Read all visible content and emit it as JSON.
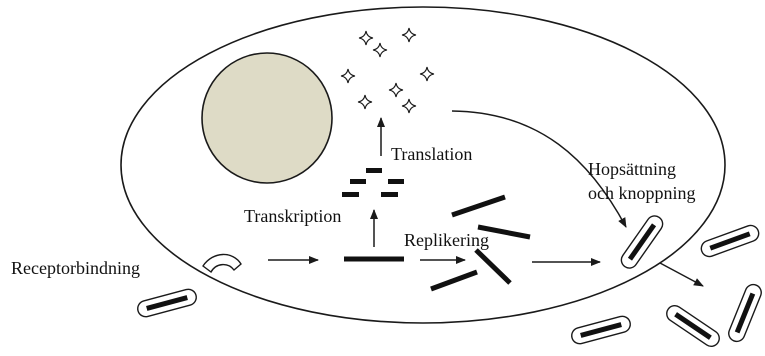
{
  "labels": {
    "translation": "Translation",
    "assembly_line1": "Hopsättning",
    "assembly_line2": "och knoppning",
    "transcription": "Transkription",
    "replication": "Replikering",
    "receptor_binding": "Receptorbindning"
  },
  "colors": {
    "outline": "#1a1a1a",
    "nucleus_fill": "#dedbc6",
    "nucleic_acid": "#111111",
    "background": "#ffffff"
  },
  "icons": {
    "protein": "four-point-star-icon",
    "receptor": "receptor-cup-icon",
    "virion": "rod-virion-icon"
  }
}
